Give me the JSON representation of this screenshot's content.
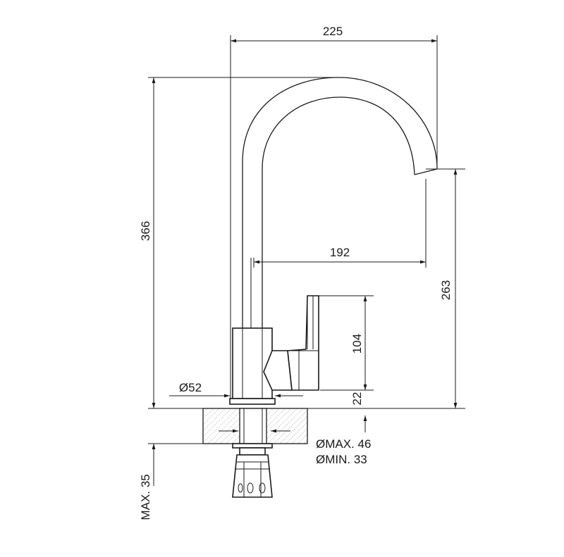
{
  "dimensions": {
    "overall_width": "225",
    "overall_height": "366",
    "spout_reach": "192",
    "spout_height": "263",
    "lever_height": "104",
    "lever_base": "22",
    "base_diameter": "Ø52",
    "hole_max": "ØMAX. 46",
    "hole_min": "ØMIN. 33",
    "max_thickness": "MAX. 35"
  }
}
